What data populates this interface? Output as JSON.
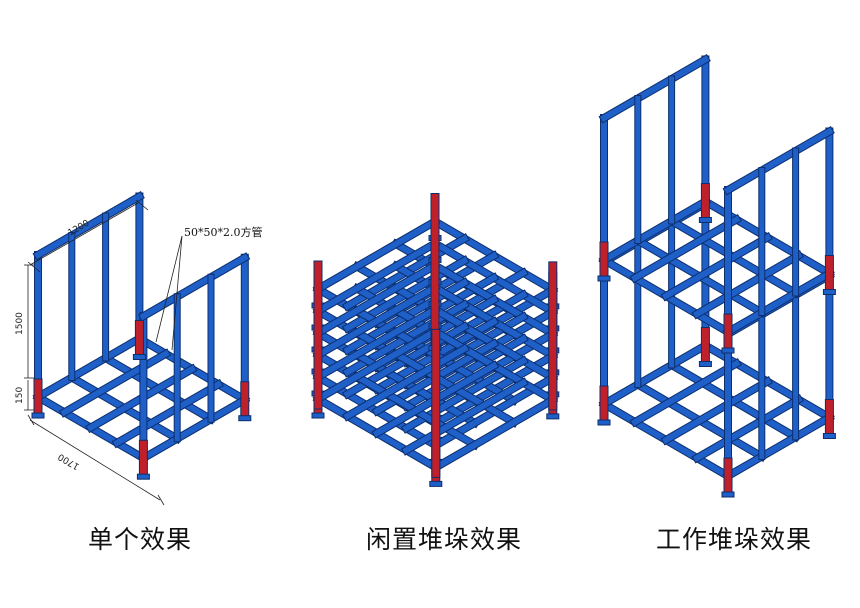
{
  "captions": {
    "single": "单个效果",
    "idle_stack": "闲置堆垛效果",
    "work_stack": "工作堆垛效果"
  },
  "annotations": {
    "tube_spec": "50*50*2.0方管",
    "dim_depth": "1200",
    "dim_height": "1500",
    "dim_foot": "150",
    "dim_length": "1700"
  },
  "colors": {
    "frame_blue": "#1f5fc8",
    "frame_edge": "#0d2f6e",
    "leg_red": "#c0202a",
    "background": "#ffffff"
  }
}
